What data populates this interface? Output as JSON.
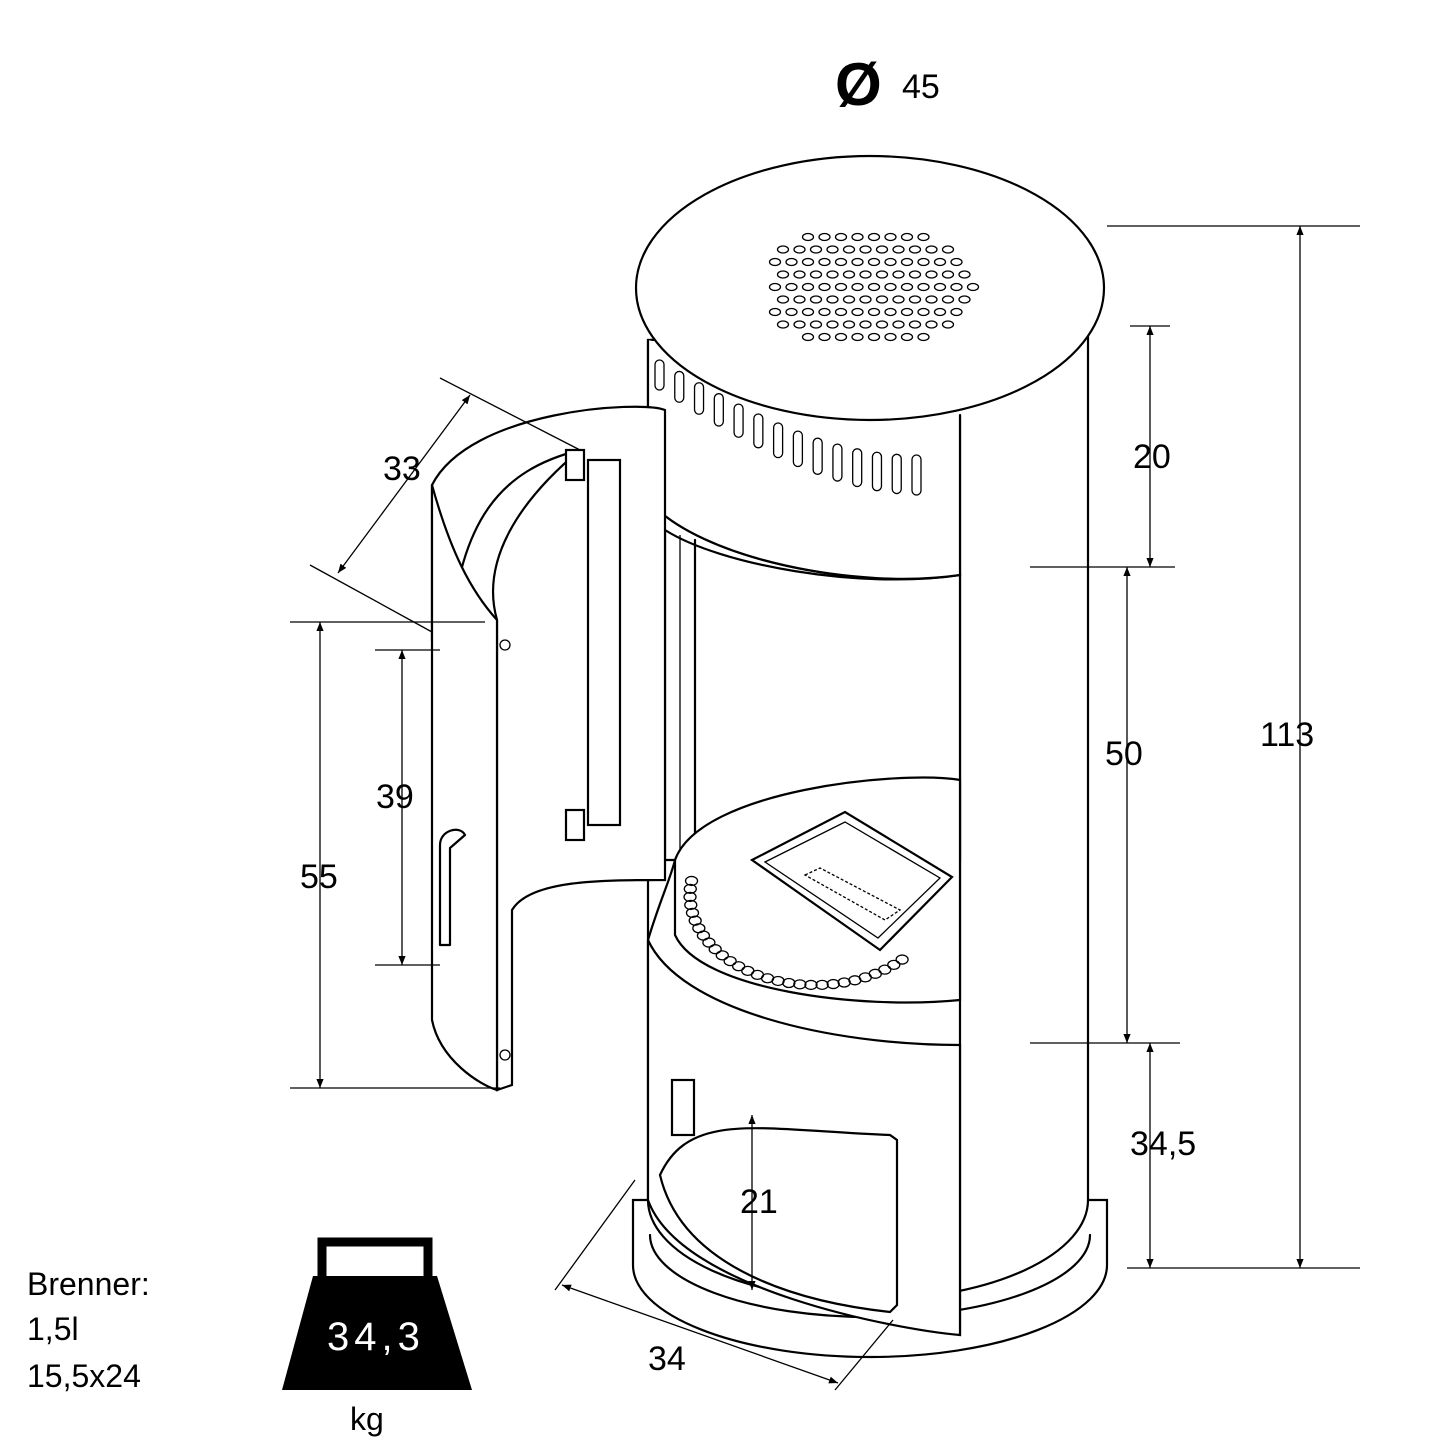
{
  "dimensions": {
    "diameter_symbol": "Ø",
    "diameter": "45",
    "top_section_height": "20",
    "opening_height": "50",
    "base_height": "34,5",
    "total_height": "113",
    "door_width": "33",
    "door_glass_height": "39",
    "door_height": "55",
    "storage_height": "21",
    "storage_width": "34"
  },
  "burner": {
    "label": "Brenner:",
    "volume": "1,5l",
    "size": "15,5x24"
  },
  "weight": {
    "value": "34,3",
    "unit": "kg"
  }
}
